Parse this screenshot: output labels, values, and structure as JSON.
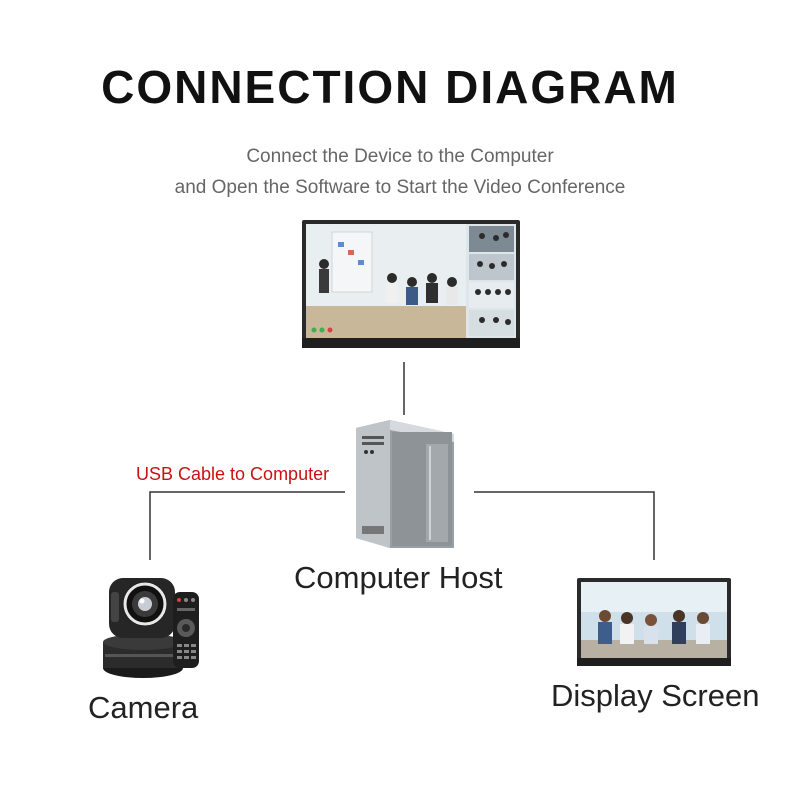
{
  "title": "CONNECTION DIAGRAM",
  "subtitle_line1": "Connect the Device to the Computer",
  "subtitle_line2": "and Open the Software to Start the Video Conference",
  "cable_label": "USB Cable to Computer",
  "nodes": {
    "computer_host": "Computer Host",
    "camera": "Camera",
    "display_screen": "Display Screen"
  },
  "colors": {
    "cable_label": "#cc1111",
    "connector": "#333333",
    "subtitle": "#666666"
  }
}
